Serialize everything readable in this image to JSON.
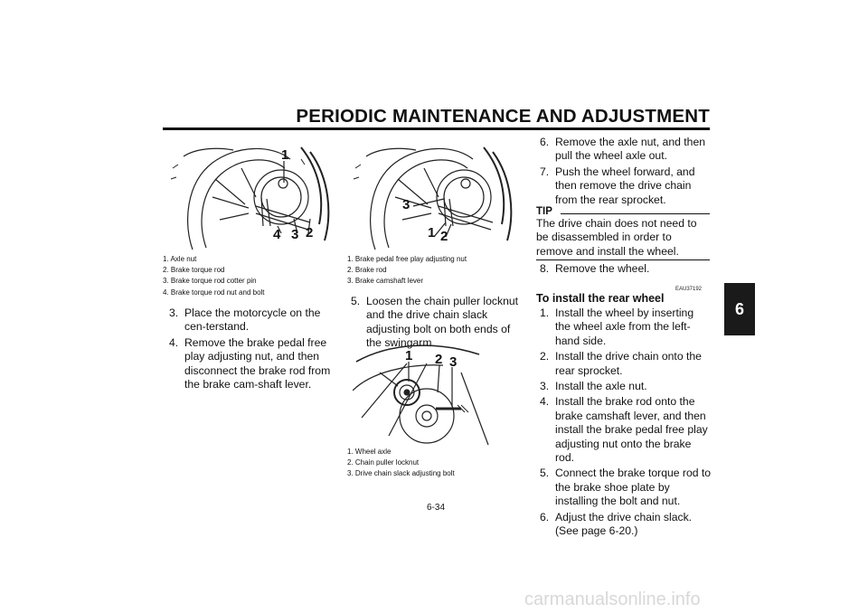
{
  "header": {
    "title": "PERIODIC MAINTENANCE AND ADJUSTMENT"
  },
  "chapter_tab": "6",
  "figure1": {
    "callouts": [
      "1",
      "4",
      "3",
      "2"
    ],
    "caption": [
      "1. Axle nut",
      "2. Brake torque rod",
      "3. Brake torque rod cotter pin",
      "4. Brake torque rod nut and bolt"
    ]
  },
  "figure2": {
    "callouts": [
      "3",
      "1",
      "2"
    ],
    "caption": [
      "1. Brake pedal free play adjusting nut",
      "2. Brake rod",
      "3. Brake camshaft lever"
    ]
  },
  "figure3": {
    "callouts": [
      "1",
      "2",
      "3"
    ],
    "caption": [
      "1. Wheel axle",
      "2. Chain puller locknut",
      "3. Drive chain slack adjusting bolt"
    ]
  },
  "col1_steps": [
    {
      "num": "3.",
      "text": "Place the motorcycle on the cen-terstand."
    },
    {
      "num": "4.",
      "text": "Remove the brake pedal free play adjusting nut, and then disconnect the brake rod from the brake cam-shaft lever."
    }
  ],
  "col2_steps": [
    {
      "num": "5.",
      "text": "Loosen the chain puller locknut and the drive chain slack adjusting bolt on both ends of the swingarm."
    }
  ],
  "col3_steps_a": [
    {
      "num": "6.",
      "text": "Remove the axle nut, and then pull the wheel axle out."
    },
    {
      "num": "7.",
      "text": "Push the wheel forward, and then remove the drive chain from the rear sprocket."
    }
  ],
  "tip": {
    "heading": "TIP",
    "text": "The drive chain does not need to be disassembled in order to remove and install the wheel."
  },
  "col3_steps_b": [
    {
      "num": "8.",
      "text": "Remove the wheel."
    }
  ],
  "doc_code": "EAU37192",
  "install_section": {
    "heading": "To install the rear wheel",
    "steps": [
      {
        "num": "1.",
        "text": "Install the wheel by inserting the wheel axle from the left-hand side."
      },
      {
        "num": "2.",
        "text": "Install the drive chain onto the rear sprocket."
      },
      {
        "num": "3.",
        "text": "Install the axle nut."
      },
      {
        "num": "4.",
        "text": "Install the brake rod onto the brake camshaft lever, and then install the brake pedal free play adjusting nut onto the brake rod."
      },
      {
        "num": "5.",
        "text": "Connect the brake torque rod to the brake shoe plate by installing the bolt and nut."
      },
      {
        "num": "6.",
        "text": "Adjust the drive chain slack. (See page 6-20.)"
      }
    ]
  },
  "page_number": "6-34",
  "watermark": "carmanualsonline.info"
}
